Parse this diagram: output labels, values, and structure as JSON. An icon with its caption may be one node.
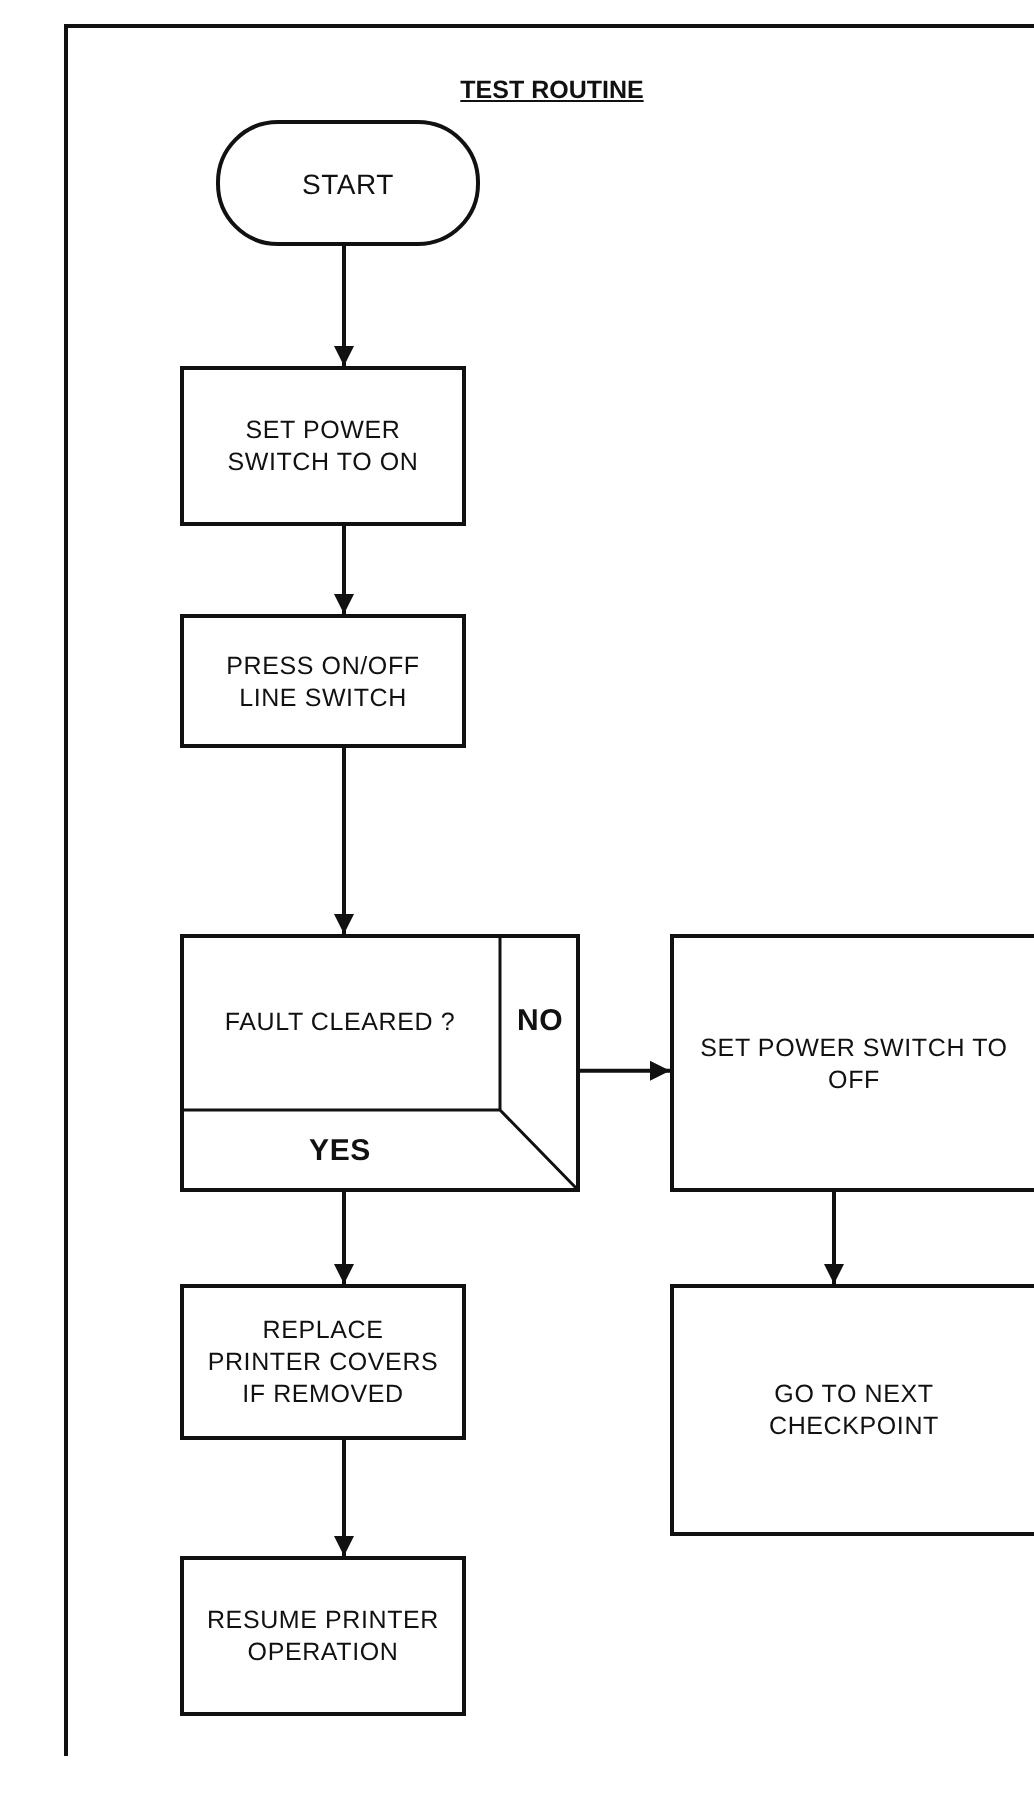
{
  "diagram": {
    "title": "TEST ROUTINE",
    "nodes": [
      {
        "text": [
          "START"
        ]
      },
      {
        "text": [
          "SET POWER SWITCH TO ON"
        ]
      },
      {
        "text": [
          "PRESS ON/OFF LINE SWITCH"
        ]
      },
      {
        "text": [
          "FAULT CLEARED ?",
          "NO",
          "YES"
        ]
      },
      {
        "text": [
          "SET POWER SWITCH TO OFF"
        ]
      },
      {
        "text": [
          "REPLACE PRINTER COVERS IF REMOVED"
        ]
      },
      {
        "text": [
          "GO TO NEXT CHECKPOINT"
        ]
      },
      {
        "text": [
          "RESUME PRINTER OPERATION"
        ]
      }
    ],
    "edges": [
      {
        "from": 0,
        "to": 1,
        "arrow": "to"
      },
      {
        "from": 1,
        "to": 2,
        "arrow": "to"
      },
      {
        "from": 2,
        "to": 3,
        "arrow": "to"
      },
      {
        "from": 3,
        "to": 4,
        "arrow": "to"
      },
      {
        "from": 3,
        "to": 5,
        "arrow": "to"
      },
      {
        "from": 4,
        "to": 6,
        "arrow": "to"
      },
      {
        "from": 5,
        "to": 7,
        "arrow": "to"
      }
    ]
  }
}
